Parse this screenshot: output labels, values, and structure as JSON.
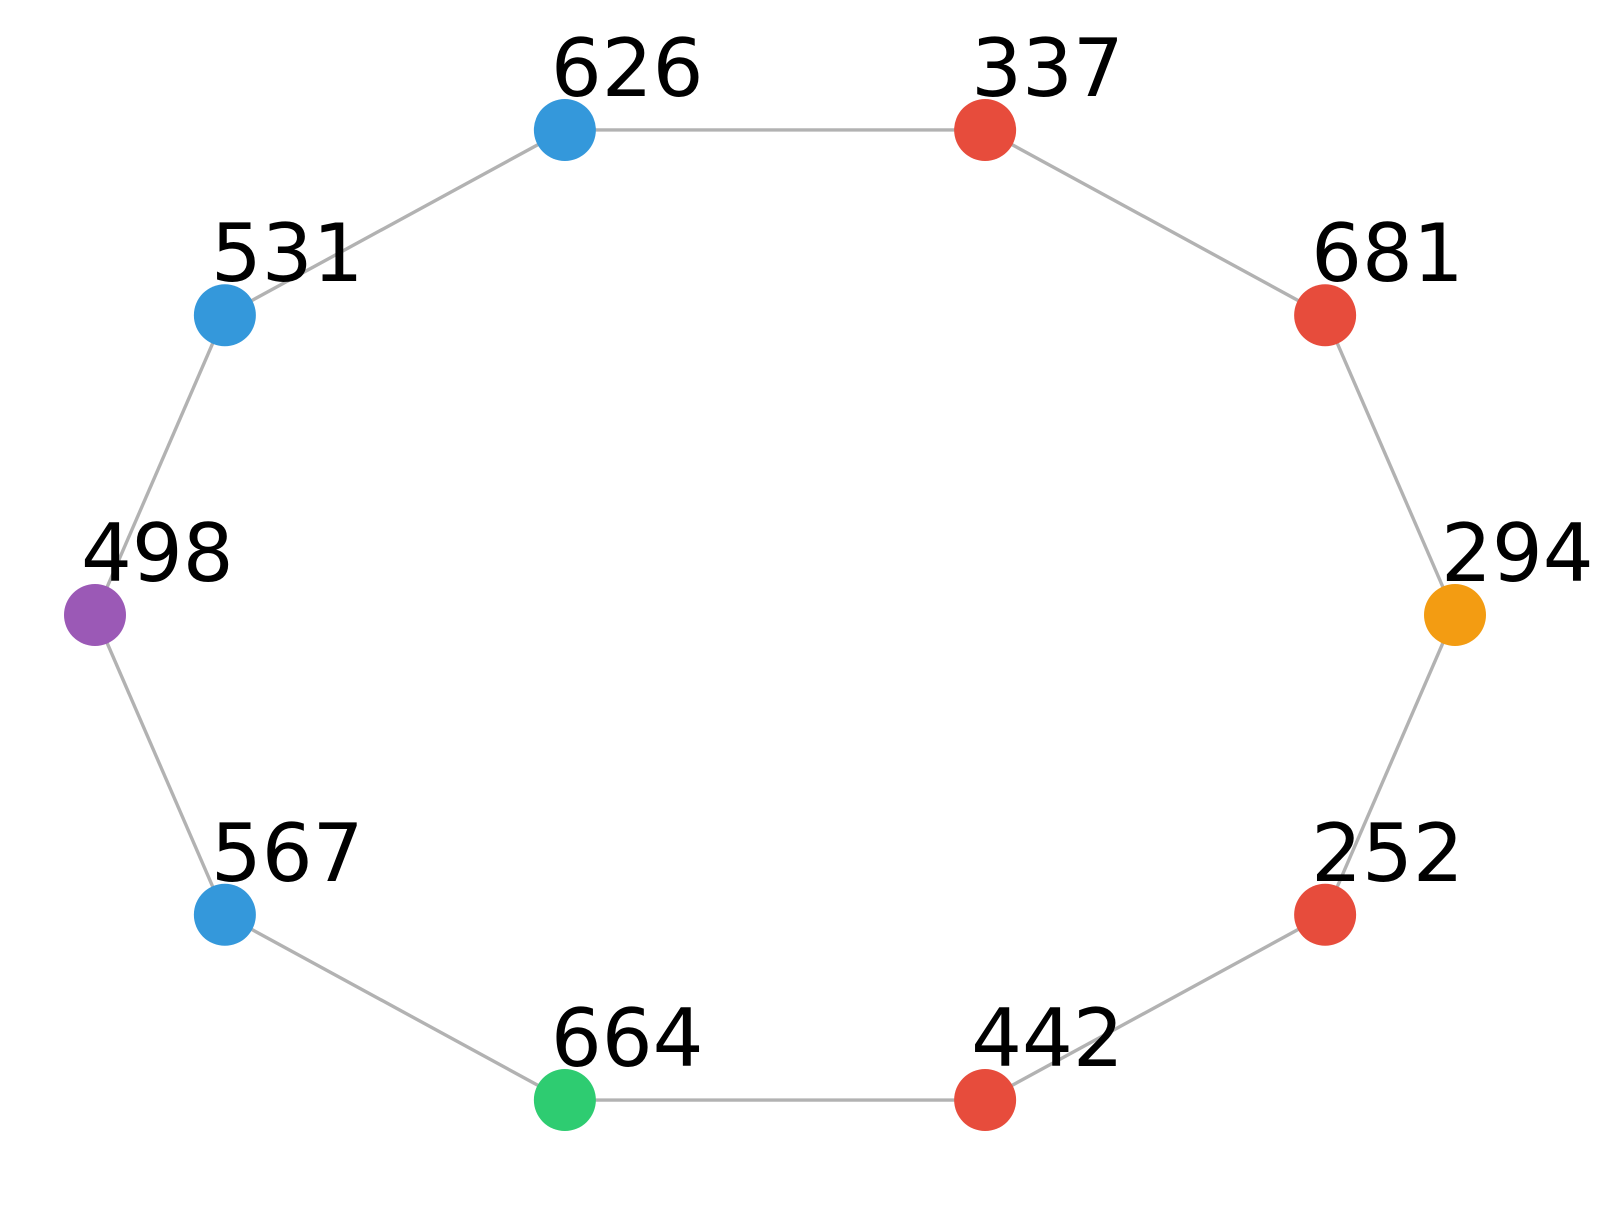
{
  "graph": {
    "layout": "ring",
    "nodes": [
      {
        "id": "n1",
        "label": "626",
        "color": "#3498db"
      },
      {
        "id": "n2",
        "label": "337",
        "color": "#e74c3c"
      },
      {
        "id": "n3",
        "label": "681",
        "color": "#e74c3c"
      },
      {
        "id": "n4",
        "label": "294",
        "color": "#f39c12"
      },
      {
        "id": "n5",
        "label": "252",
        "color": "#e74c3c"
      },
      {
        "id": "n6",
        "label": "442",
        "color": "#e74c3c"
      },
      {
        "id": "n7",
        "label": "664",
        "color": "#2ecc71"
      },
      {
        "id": "n8",
        "label": "567",
        "color": "#3498db"
      },
      {
        "id": "n9",
        "label": "498",
        "color": "#9b59b6"
      },
      {
        "id": "n10",
        "label": "531",
        "color": "#3498db"
      }
    ],
    "edges": [
      [
        "n1",
        "n2"
      ],
      [
        "n2",
        "n3"
      ],
      [
        "n3",
        "n4"
      ],
      [
        "n4",
        "n5"
      ],
      [
        "n5",
        "n6"
      ],
      [
        "n6",
        "n7"
      ],
      [
        "n7",
        "n8"
      ],
      [
        "n8",
        "n9"
      ],
      [
        "n9",
        "n10"
      ],
      [
        "n10",
        "n1"
      ]
    ]
  }
}
